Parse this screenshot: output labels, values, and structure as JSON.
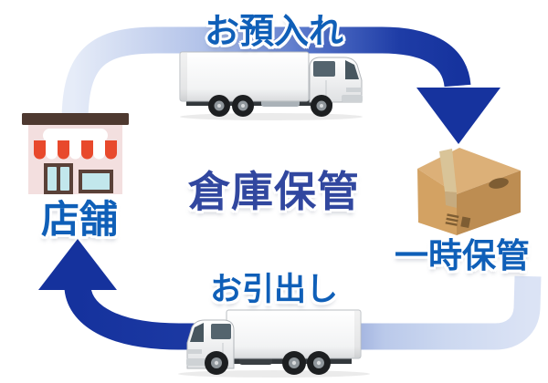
{
  "diagram": {
    "labels": {
      "deposit": "お預入れ",
      "warehouse": "倉庫保管",
      "store": "店舗",
      "temporary_storage": "一時保管",
      "withdrawal": "お引出し"
    },
    "colors": {
      "arrow_dark_blue": "#16339e",
      "arrow_pale_blue": "#ccd8f0",
      "label_text_blue": "#0f5fb8",
      "center_text_blue": "#31479f",
      "cardboard_tan": "#d3a263",
      "awning_red": "#e8492c",
      "store_wood_brown": "#5a4138",
      "store_facade_pink": "#f3dfdf"
    },
    "icons": {
      "store": "storefront-icon",
      "box": "cardboard-box-icon",
      "truck_top": "truck-facing-right-icon",
      "truck_bottom": "truck-facing-left-icon",
      "arrow_top": "curved-arrow-down-icon",
      "arrow_bottom": "curved-arrow-up-icon"
    }
  }
}
